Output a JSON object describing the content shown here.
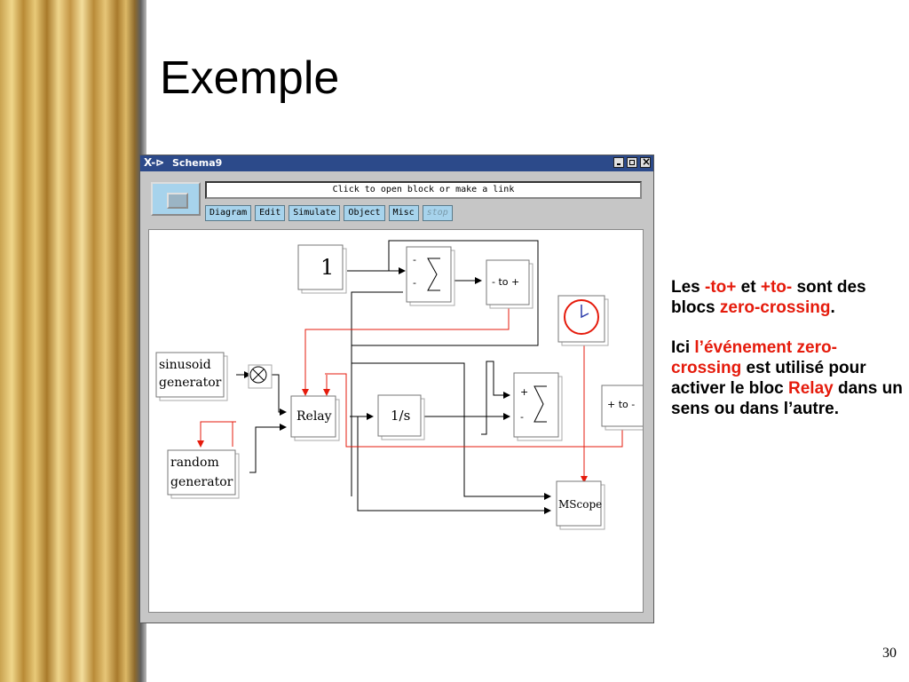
{
  "slide": {
    "title": "Exemple",
    "page_number": "30"
  },
  "window": {
    "wm_icon": "X-⊳",
    "title": "Schema9",
    "message": "Click to open block or make a link",
    "menus": [
      {
        "label": "Diagram"
      },
      {
        "label": "Edit"
      },
      {
        "label": "Simulate"
      },
      {
        "label": "Object"
      },
      {
        "label": "Misc"
      },
      {
        "label": "stop"
      }
    ]
  },
  "diagram": {
    "blocks": {
      "const": "1",
      "sum1_top": "-",
      "sum1_bot": "-",
      "minus_to_plus": "- to +",
      "sinusoid_l1": "sinusoid",
      "sinusoid_l2": "generator",
      "relay": "Relay",
      "integrator": "1/s",
      "sum2_top": "+",
      "sum2_bot": "-",
      "plus_to_minus": "+ to -",
      "random_l1": "random",
      "random_l2": "generator",
      "mscope": "MScope"
    },
    "colors": {
      "event_link": "#e51b0c",
      "data_link": "#000000",
      "block_fill": "#ffffff"
    }
  },
  "text": {
    "p1_a": "Les ",
    "p1_b": "-to+",
    "p1_c": "  et  ",
    "p1_d": "+to-",
    "p1_e": " sont des blocs ",
    "p1_f": "zero-crossing",
    "p1_g": ".",
    "p2_a": "Ici ",
    "p2_b": "l’événement zero-crossing",
    "p2_c": " est utilisé pour activer le bloc ",
    "p2_d": "Relay",
    "p2_e": " dans un sens ou dans l’autre."
  }
}
